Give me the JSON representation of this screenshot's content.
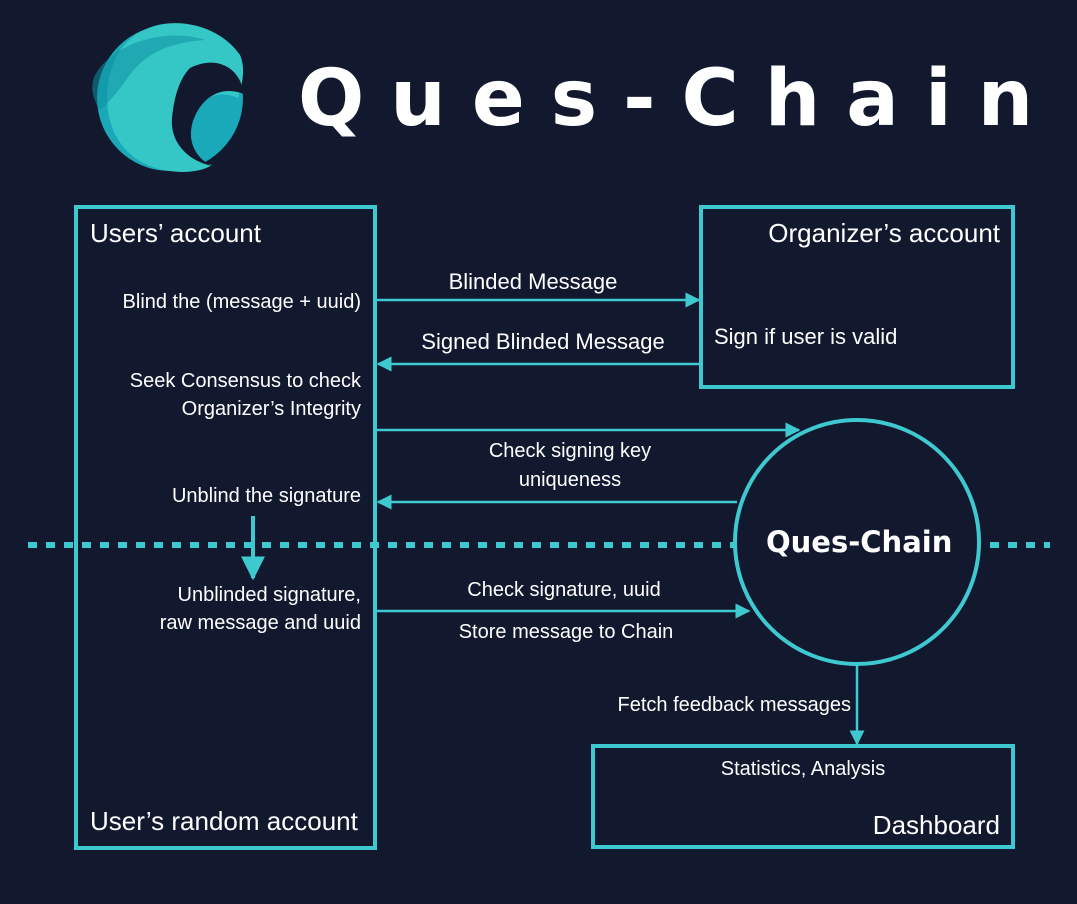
{
  "title": "Ques-Chain",
  "logo_icon": "wave-logo-icon",
  "colors": {
    "background": "#12192e",
    "accent": "#3ec9d0",
    "text": "#ffffff"
  },
  "boxes": {
    "users_account": {
      "title": "Users’ account",
      "footer": "User’s random account"
    },
    "organizer_account": {
      "title": "Organizer’s account",
      "body": "Sign if user is valid"
    },
    "dashboard": {
      "title": "Dashboard",
      "body": "Statistics, Analysis"
    }
  },
  "chain_node": {
    "label": "Ques-Chain"
  },
  "user_steps": {
    "blind": "Blind the (message + uuid)",
    "seek_1": "Seek Consensus to check",
    "seek_2": "Organizer’s Integrity",
    "unblind": "Unblind the signature",
    "unblinded_1": "Unblinded signature,",
    "unblinded_2": "raw message and uuid"
  },
  "arrows": {
    "blinded_message": "Blinded Message",
    "signed_blinded_message": "Signed Blinded Message",
    "check_key_1": "Check signing key",
    "check_key_2": "uniqueness",
    "check_signature": "Check signature, uuid",
    "store_message": "Store message to Chain",
    "fetch_feedback": "Fetch feedback messages"
  }
}
